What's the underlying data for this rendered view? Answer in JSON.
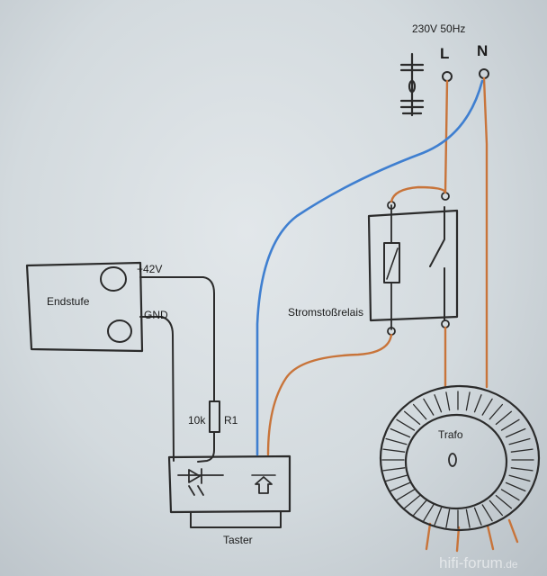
{
  "diagram": {
    "supply_label": "230V 50Hz",
    "terminal_l": "L",
    "terminal_n": "N",
    "amp_label": "Endstufe",
    "amp_plus": "+42V",
    "amp_gnd": "GND",
    "resistor_value": "10k",
    "resistor_name": "R1",
    "relay_label": "Stromstoßrelais",
    "transformer_label": "Trafo",
    "switch_label": "Taster"
  },
  "watermark": {
    "text": "hifi-forum",
    "suffix": ".de"
  },
  "colors": {
    "ink": "#2b2b2b",
    "brown_wire": "#c8743a",
    "blue_wire": "#3f7fd0"
  }
}
